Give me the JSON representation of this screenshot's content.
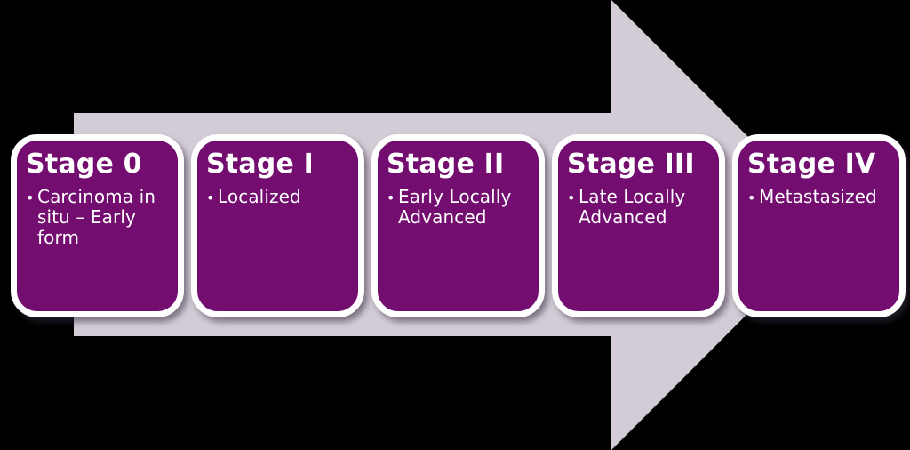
{
  "meta": {
    "bullet_char": "•"
  },
  "colors": {
    "background": "#000000",
    "arrow_fill": "#D3CBD5",
    "card_fill": "#730D70",
    "card_border": "#FFFFFF",
    "text": "#FFFFFF"
  },
  "diagram": {
    "type": "process-arrow",
    "direction": "right",
    "cards": [
      {
        "title": "Stage 0",
        "bullet": "Carcinoma in situ – Early form"
      },
      {
        "title": "Stage I",
        "bullet": "Localized"
      },
      {
        "title": "Stage II",
        "bullet": "Early Locally Advanced"
      },
      {
        "title": "Stage III",
        "bullet": "Late Locally Advanced"
      },
      {
        "title": "Stage IV",
        "bullet": "Metastasized"
      }
    ]
  }
}
